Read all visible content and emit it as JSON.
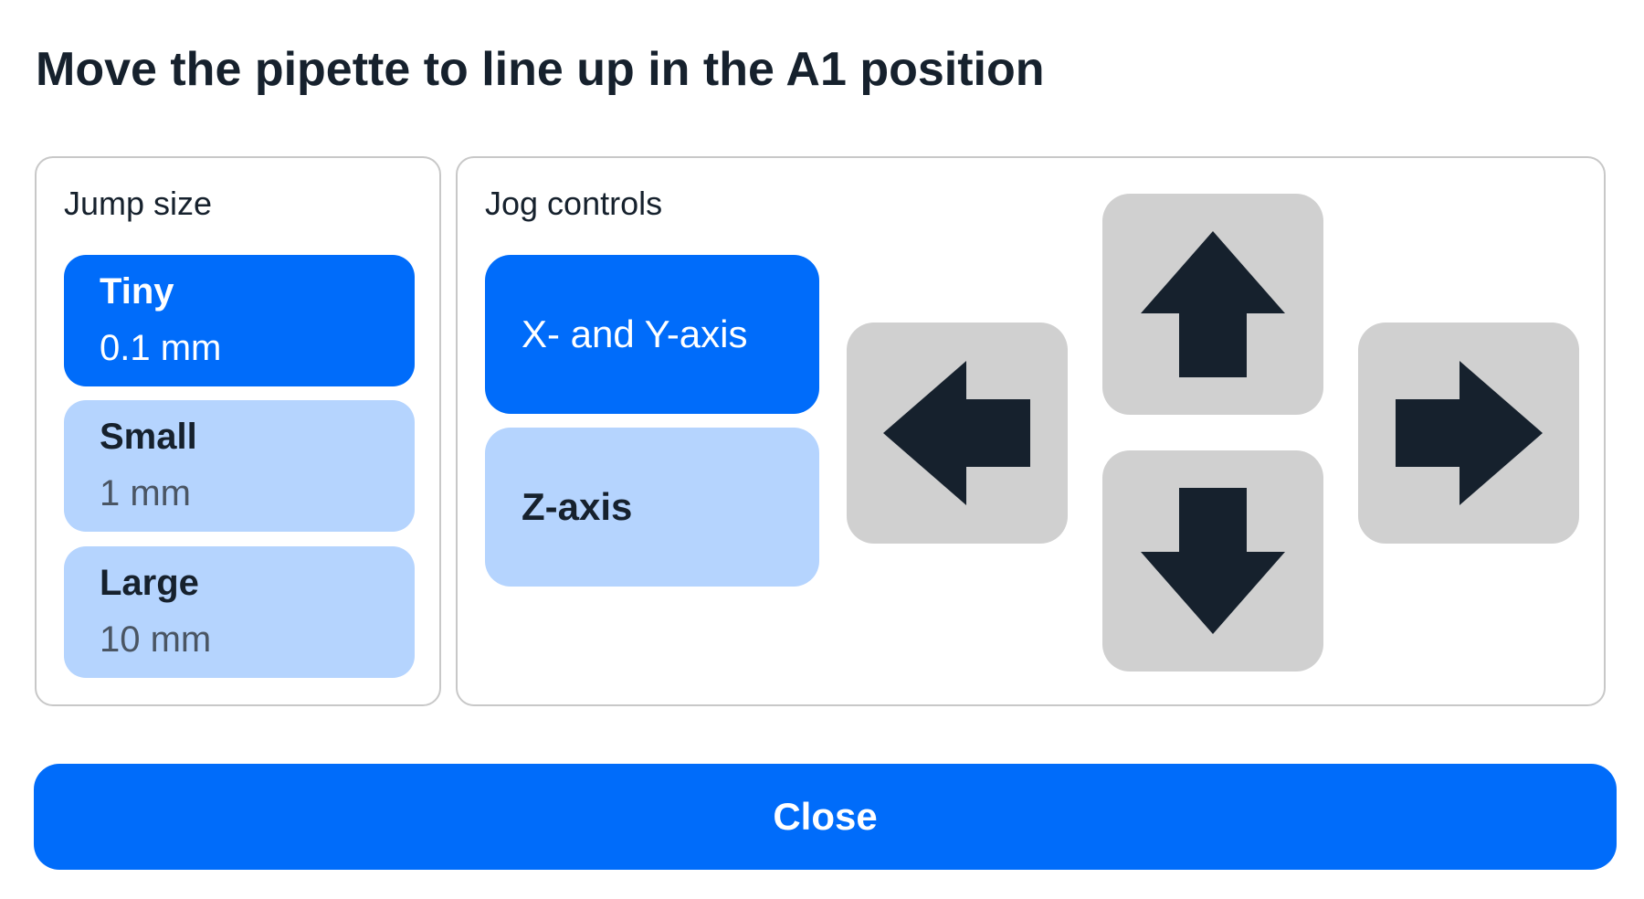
{
  "page_title": "Move the pipette to line up in the A1 position",
  "jump_size": {
    "label": "Jump size",
    "options": [
      {
        "title": "Tiny",
        "value": "0.1 mm",
        "selected": true
      },
      {
        "title": "Small",
        "value": "1 mm",
        "selected": false
      },
      {
        "title": "Large",
        "value": "10 mm",
        "selected": false
      }
    ]
  },
  "jog_controls": {
    "label": "Jog controls",
    "axis_options": [
      {
        "label": "X- and Y-axis",
        "selected": true
      },
      {
        "label": "Z-axis",
        "selected": false
      }
    ],
    "direction_buttons": [
      "arrow-left-icon",
      "arrow-up-icon",
      "arrow-down-icon",
      "arrow-right-icon"
    ]
  },
  "close_button_label": "Close",
  "colors": {
    "primary_blue": "#006cfa",
    "light_blue": "#b5d4fe",
    "button_gray": "#d0d0d0",
    "text_dark": "#16212d"
  }
}
